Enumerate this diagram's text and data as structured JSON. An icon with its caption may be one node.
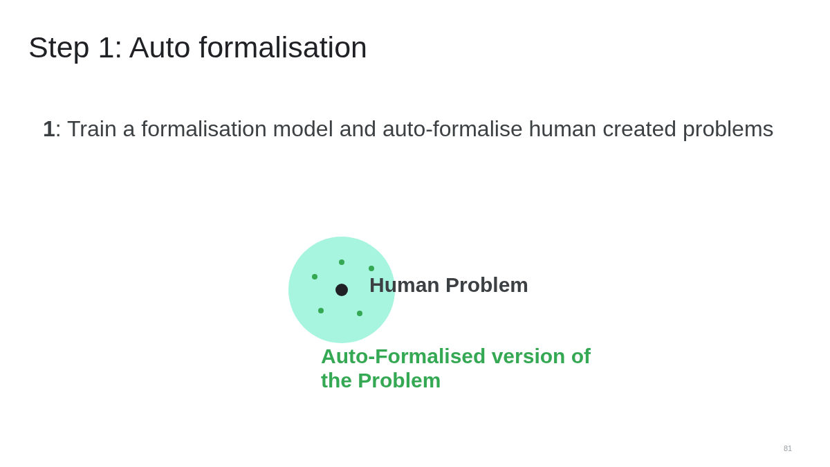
{
  "diagram": {
    "title": "Step 1: Auto formalisation",
    "nodes": [
      {
        "text": [],
        "shape": "circle",
        "beside": [
          "Auto-Formalised version of the Problem"
        ]
      },
      {
        "text": [],
        "shape": "circle",
        "in": 0,
        "beside": [
          "Human Problem"
        ]
      }
    ],
    "edges": [],
    "labels": [
      "**1**: Train a formalisation model and auto-formalise human created problems",
      "81"
    ]
  }
}
